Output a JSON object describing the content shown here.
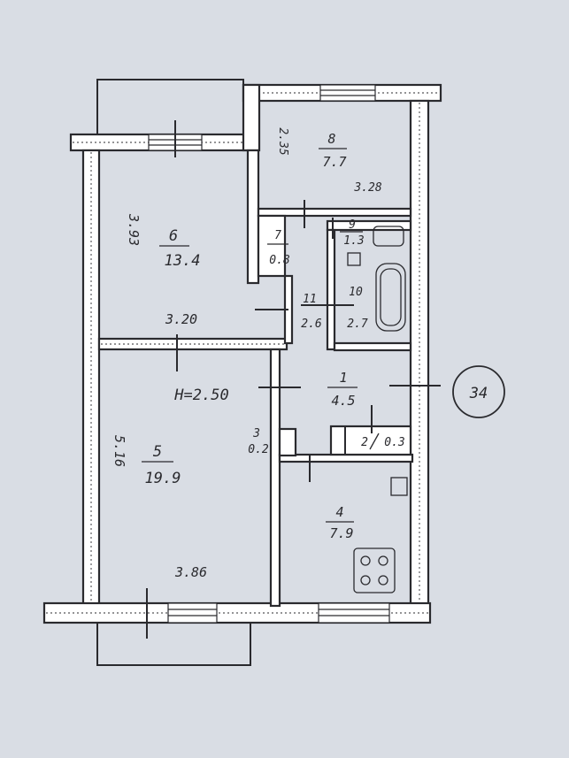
{
  "plan": {
    "badge": "34",
    "ceiling_height": "H=2.50",
    "rooms": [
      {
        "id": "6",
        "area": "13.4",
        "name": "room-6"
      },
      {
        "id": "8",
        "area": "7.7",
        "name": "room-8"
      },
      {
        "id": "7",
        "area": "0.8",
        "name": "room-7"
      },
      {
        "id": "9",
        "area": "1.3",
        "name": "room-9"
      },
      {
        "id": "11",
        "area": "2.6",
        "name": "room-11"
      },
      {
        "id": "10",
        "area": "2.7",
        "name": "room-10"
      },
      {
        "id": "1",
        "area": "4.5",
        "name": "room-1"
      },
      {
        "id": "3",
        "area": "0.2",
        "name": "room-3"
      },
      {
        "id": "2",
        "area": "0.3",
        "name": "room-2"
      },
      {
        "id": "5",
        "area": "19.9",
        "name": "room-5"
      },
      {
        "id": "4",
        "area": "7.9",
        "name": "room-4"
      }
    ],
    "dimensions": {
      "d_3_93": "3.93",
      "d_3_20": "3.20",
      "d_2_35": "2.35",
      "d_3_28": "3.28",
      "d_5_16": "5.16",
      "d_3_86": "3.86"
    },
    "colors": {
      "paper": "#d9dde4",
      "ink": "#2a2a2e"
    }
  }
}
